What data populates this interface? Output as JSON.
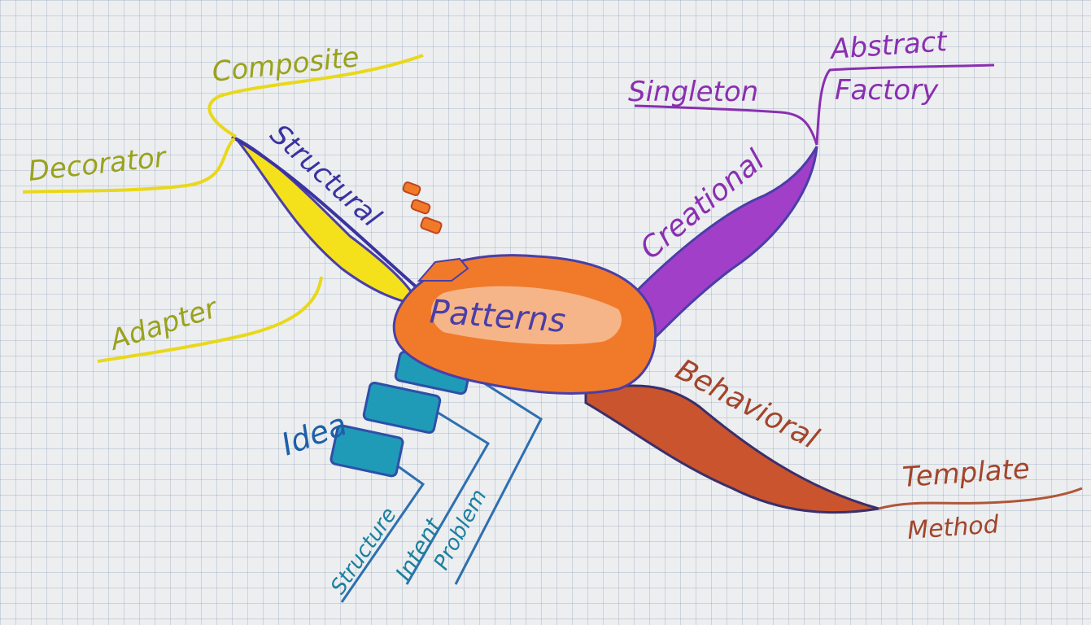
{
  "central_node": {
    "label": "Patterns",
    "color": "#f07a2a"
  },
  "branches": [
    {
      "label": "Structural",
      "color": "#f4e11c",
      "outline": "#4a3ea8",
      "children": [
        "Composite",
        "Decorator",
        "Adapter"
      ]
    },
    {
      "label": "Creational",
      "color": "#a23fc8",
      "outline": "#4a3ea8",
      "children": [
        "Singleton",
        "Abstract",
        "Factory"
      ]
    },
    {
      "label": "Behavioral",
      "color": "#c9542e",
      "outline": "#4a3ea8",
      "children": [
        "Template",
        "Method"
      ]
    },
    {
      "label": "Idea",
      "color": "#1f8fb0",
      "outline": "#2e4fa8",
      "children": [
        "Structure",
        "Intent",
        "Problem"
      ]
    }
  ],
  "colors": {
    "paper": "#eceef0",
    "grid": "#8ca0bc",
    "yellow_text": "#9aa21c",
    "purple_text": "#8a2fb0",
    "brown_text": "#a2452a",
    "blue_text": "#1d7fa0"
  }
}
